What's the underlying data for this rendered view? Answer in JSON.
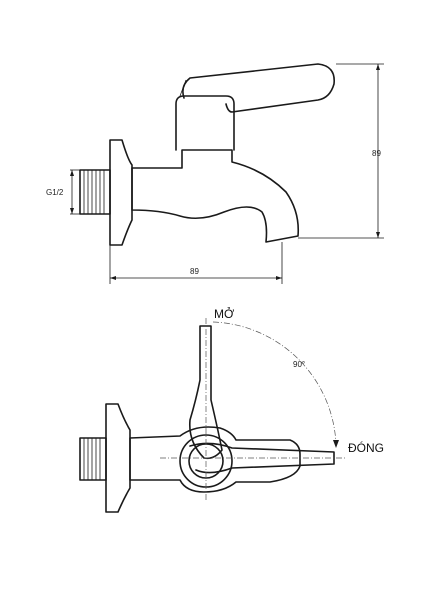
{
  "side_view": {
    "thread_label": "G1/2",
    "height_dimension": "89",
    "length_dimension": "89"
  },
  "top_view": {
    "open_label": "MỞ",
    "closed_label": "ĐÓNG",
    "rotation_angle": "90°"
  }
}
